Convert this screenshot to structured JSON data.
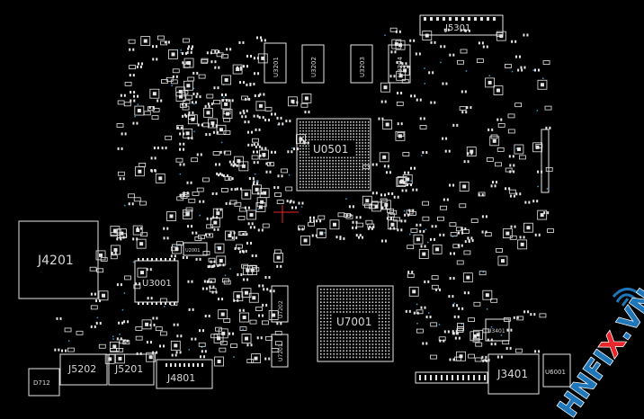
{
  "board": {
    "background": "#000000",
    "outline_color": "#e6e6e6",
    "components": {
      "j5301": "J5301",
      "u0501": "U0501",
      "j4201": "J4201",
      "u3001": "U3001",
      "u7001": "U7001",
      "j5202": "J5202",
      "j5201": "J5201",
      "j4801": "J4801",
      "j3401": "J3401",
      "u3401": "U3401",
      "u6001": "U6001",
      "d712": "D712",
      "u3201": "U3201",
      "u3202": "U3202",
      "u3203": "U3203",
      "u3204": "U3204",
      "u7201": "U7201",
      "u7202": "U7202",
      "u2001": "U2001"
    }
  },
  "watermark": {
    "text_left": "HNFI",
    "text_accent": "X",
    "text_right": ".VN",
    "color_main": "#1f76b8",
    "color_accent": "#e8262b",
    "color_outline": "#ffffff",
    "icon": "wifi-signal-icon"
  }
}
